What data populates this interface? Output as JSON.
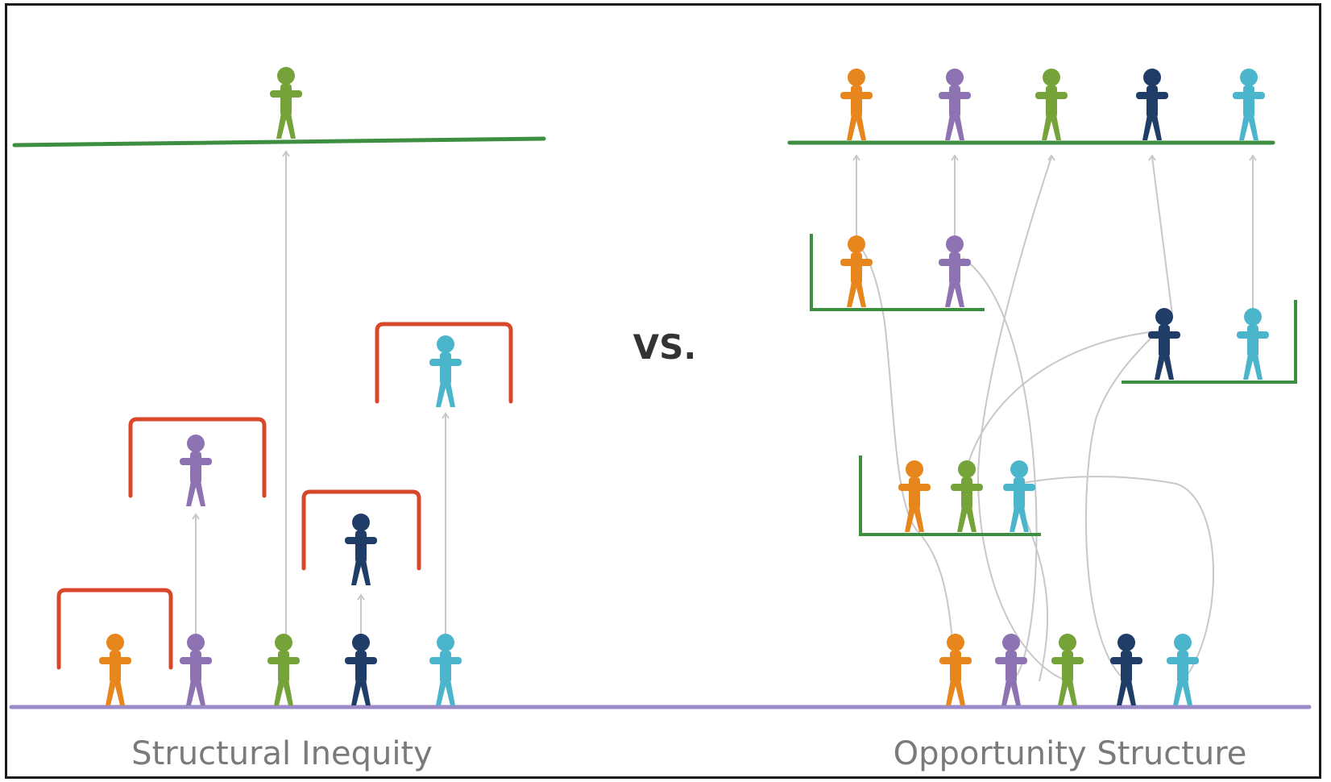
{
  "labels": {
    "left_caption": "Structural Inequity",
    "right_caption": "Opportunity Structure",
    "versus": "VS."
  },
  "colors": {
    "orange": "#E8861E",
    "purple": "#8E73B3",
    "olive": "#76A23A",
    "navy": "#1F3D66",
    "teal": "#4BB5CC",
    "platform_green": "#3E8E41",
    "base_purple": "#9B8CC9",
    "barrier_red": "#D9472B",
    "connector_gray": "#C8C8C8",
    "caption_gray": "#7A7A7A"
  },
  "legend": {
    "figures": [
      "orange",
      "purple",
      "olive",
      "navy",
      "teal"
    ]
  }
}
